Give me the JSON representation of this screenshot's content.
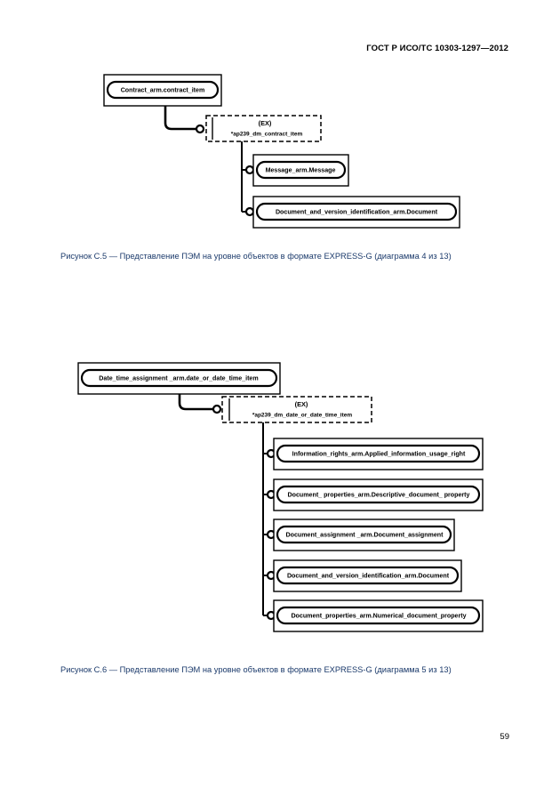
{
  "page": {
    "header": "ГОСТ Р ИСО/ТС 10303-1297—2012",
    "number": "59"
  },
  "figures": [
    {
      "id": "C.5",
      "caption": "Рисунок  С.5 — Представление ПЭМ на уровне объектов в формате EXPRESS-G (диаграмма 4 из 13)",
      "root_entity": "Contract_arm.contract_item",
      "schema_tag": "(EX)",
      "schema_name": "*ap239_dm_contract_item",
      "children": [
        "Message_arm.Message",
        "Document_and_version_identification_arm.Document"
      ]
    },
    {
      "id": "C.6",
      "caption": "Рисунок  С.6 — Представление ПЭМ на уровне объектов в формате EXPRESS-G (диаграмма 5 из 13)",
      "root_entity": "Date_time_assignment _arm.date_or_date_time_item",
      "schema_tag": "(EX)",
      "schema_name": "*ap239_dm_date_or_date_time_item",
      "children": [
        "Information_rights_arm.Applied_information_usage_right",
        "Document_ properties_arm.Descriptive_document_ property",
        "Document_assignment _arm.Document_assignment",
        "Document_and_version_identification_arm.Document",
        "Document_properties_arm.Numerical_document_property"
      ]
    }
  ]
}
